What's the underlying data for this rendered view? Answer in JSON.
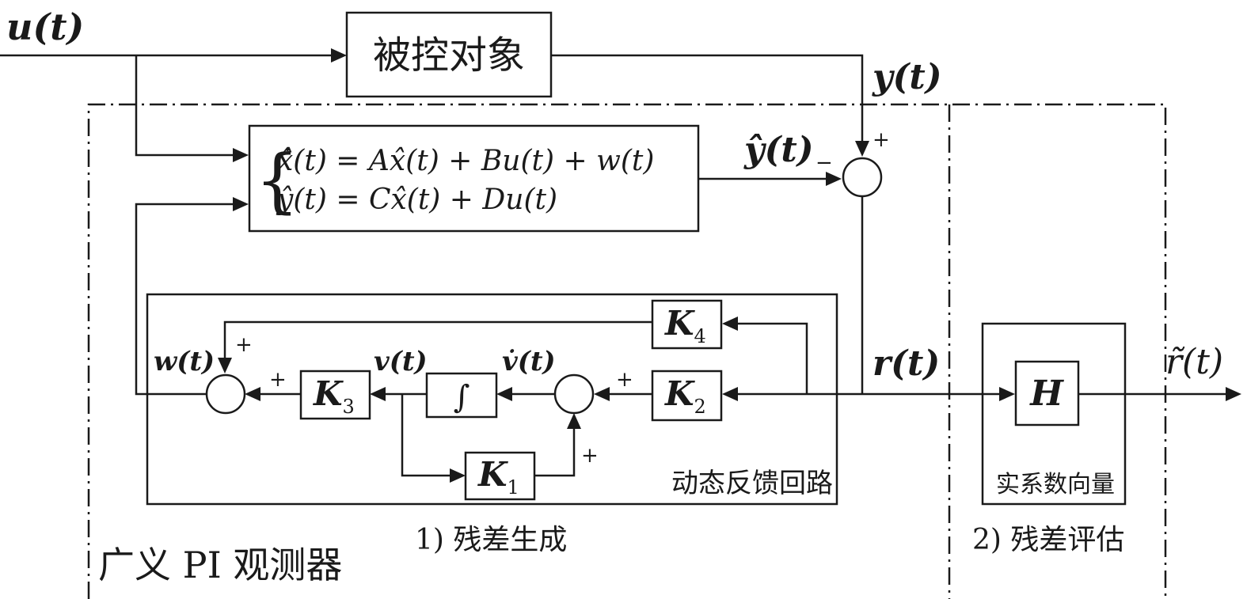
{
  "signals": {
    "u": "u(t)",
    "y": "y(t)",
    "y_hat": "ŷ(t)",
    "r": "r(t)",
    "r_tilde": "r̃(t)",
    "w": "w(t)",
    "v": "v(t)",
    "v_dot": "v̇(t)"
  },
  "blocks": {
    "plant": "被控对象",
    "observer_eq1": "x̂̇(t) = Ax̂(t) + Bu(t) + w(t)",
    "observer_eq2": "ŷ(t) = Cx̂(t) + Du(t)",
    "k1": "K",
    "k1_sub": "1",
    "k2": "K",
    "k2_sub": "2",
    "k3": "K",
    "k3_sub": "3",
    "k4": "K",
    "k4_sub": "4",
    "integrator": "∫",
    "h": "H"
  },
  "signs": {
    "sum_top_plus": "+",
    "sum_top_minus": "−",
    "sum_w_top": "+",
    "sum_w_right": "+",
    "sum_v_right": "+",
    "sum_v_bottom": "+"
  },
  "labels": {
    "feedback_loop": "动态反馈回路",
    "residual_generation": "1) 残差生成",
    "residual_evaluation": "2) 残差评估",
    "real_vector": "实系数向量",
    "observer_title": "广义 PI 观测器"
  }
}
